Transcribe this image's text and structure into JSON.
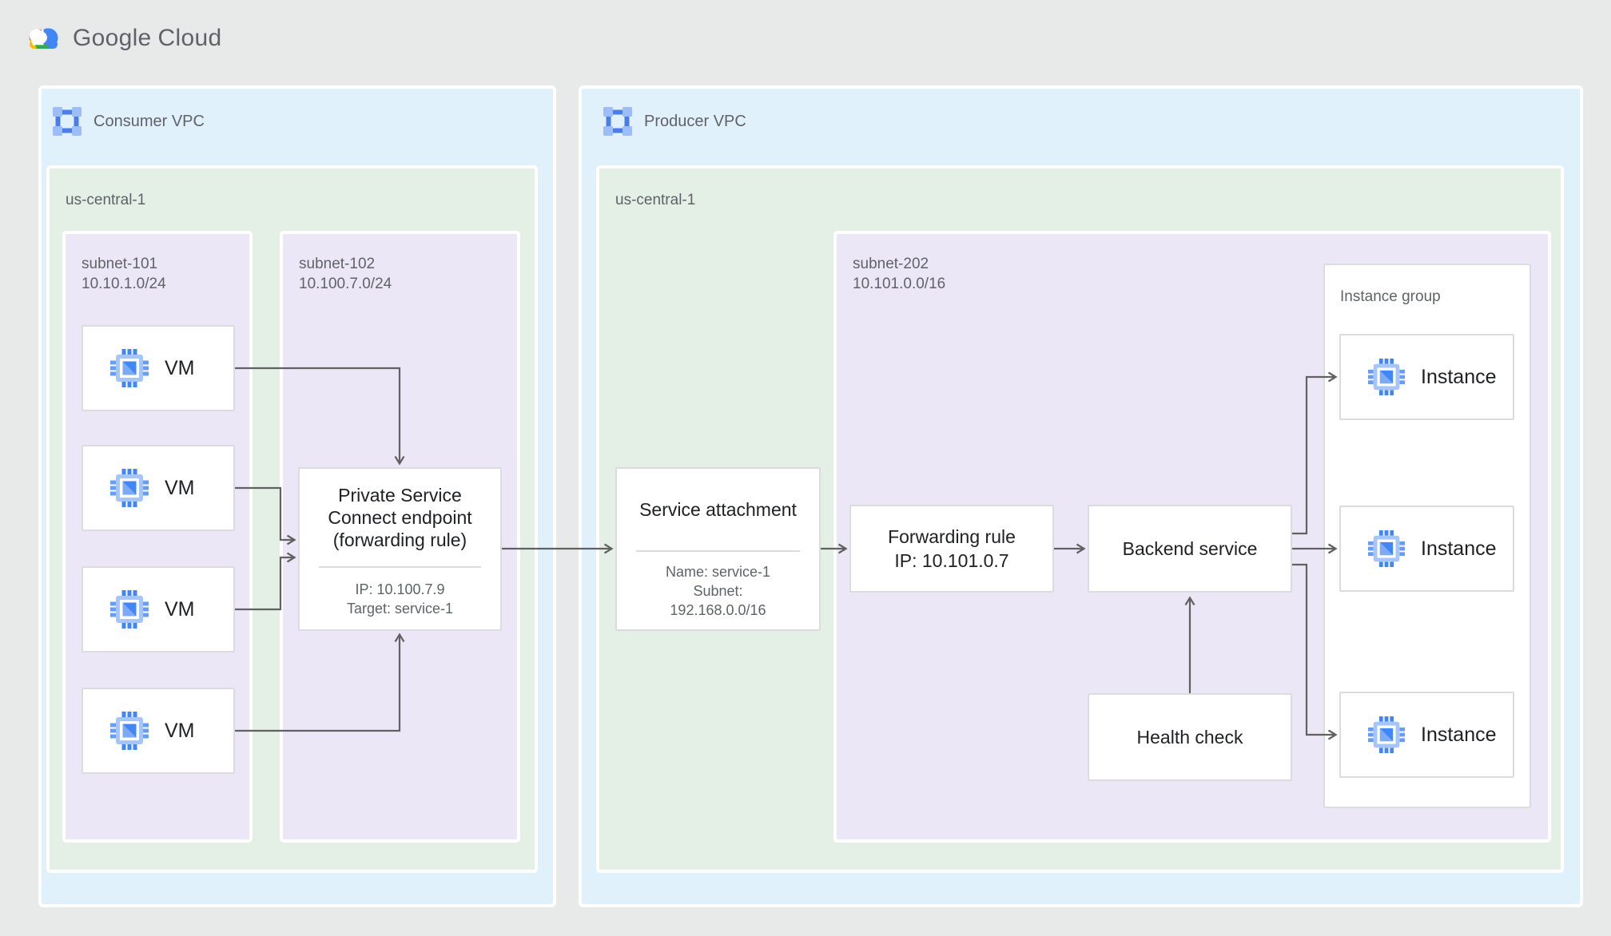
{
  "logo": {
    "brand_google": "Google",
    "brand_cloud": "Cloud"
  },
  "colors": {
    "page_bg": "#E8EAEA",
    "vpc_fill": "#E1F1FC",
    "region_fill": "#E4EFE6",
    "subnet_fill": "#ECE7F6",
    "node_border": "#DADCE0",
    "arrow": "#616161",
    "title_text": "#202124",
    "muted_text": "#5F6368",
    "icon_blue": "#4285F4",
    "icon_blue_light": "#A6C5FA"
  },
  "consumer_vpc": {
    "label": "Consumer VPC",
    "region": {
      "label": "us-central-1",
      "subnet_101": {
        "label": "subnet-101\n10.10.1.0/24",
        "vms": [
          {
            "label": "VM"
          },
          {
            "label": "VM"
          },
          {
            "label": "VM"
          },
          {
            "label": "VM"
          }
        ]
      },
      "subnet_102": {
        "label": "subnet-102\n10.100.7.0/24",
        "psc_endpoint": {
          "title": "Private Service\nConnect endpoint\n(forwarding rule)",
          "details": "IP: 10.100.7.9\nTarget: service-1"
        }
      }
    }
  },
  "producer_vpc": {
    "label": "Producer VPC",
    "region": {
      "label": "us-central-1",
      "service_attachment": {
        "title": "Service attachment",
        "details": "Name: service-1\nSubnet:\n192.168.0.0/16"
      },
      "subnet_202": {
        "label": "subnet-202\n10.101.0.0/16",
        "forwarding_rule": {
          "title": "Forwarding rule",
          "ip": "IP: 10.101.0.7"
        },
        "backend_service": {
          "title": "Backend service"
        },
        "health_check": {
          "title": "Health check"
        },
        "instance_group": {
          "label": "Instance group",
          "instances": [
            {
              "label": "Instance"
            },
            {
              "label": "Instance"
            },
            {
              "label": "Instance"
            }
          ]
        }
      }
    }
  }
}
